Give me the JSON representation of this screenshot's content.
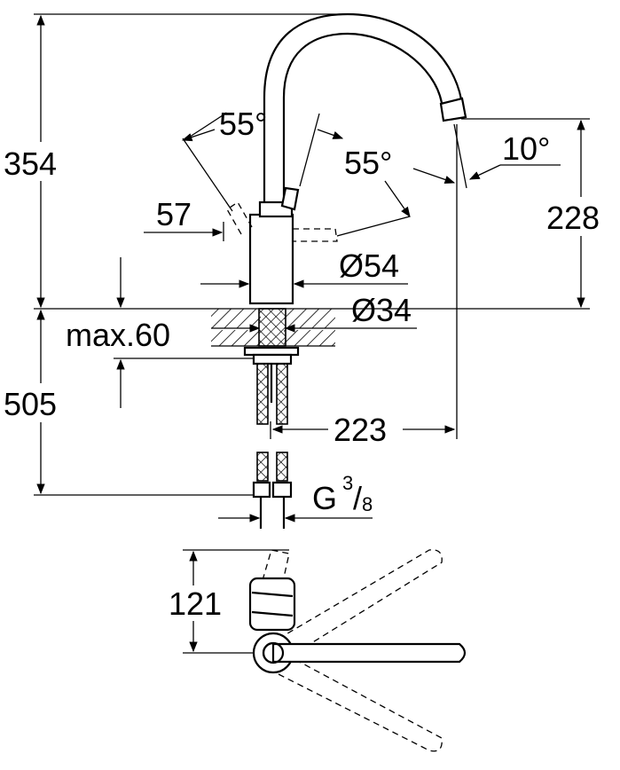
{
  "dimensions": {
    "height_upper": "354",
    "height_lower": "505",
    "spout_height": "228",
    "handle_angle_left": "55°",
    "handle_angle_right": "55°",
    "spout_tilt": "10°",
    "handle_offset": "57",
    "body_diameter": "Ø54",
    "hole_diameter": "Ø34",
    "max_thickness": "max.60",
    "spout_reach": "223",
    "thread_main": "G",
    "thread_num": "3",
    "thread_den": "8",
    "plan_depth": "121"
  }
}
